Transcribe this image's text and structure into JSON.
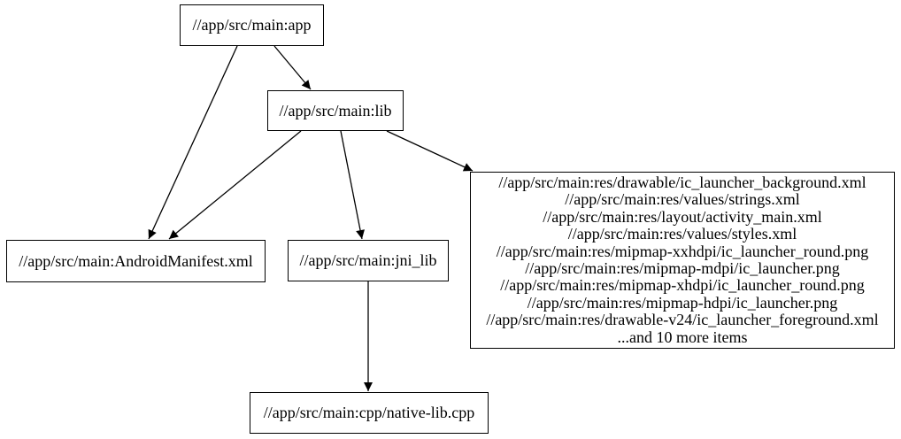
{
  "diagram": {
    "type": "dependency-graph",
    "colors": {
      "background": "#ffffff",
      "node_border": "#000000",
      "edge": "#000000",
      "text": "#000000"
    },
    "nodes": {
      "app": {
        "label": "//app/src/main:app"
      },
      "lib": {
        "label": "//app/src/main:lib"
      },
      "android_manifest": {
        "label": "//app/src/main:AndroidManifest.xml"
      },
      "jni_lib": {
        "label": "//app/src/main:jni_lib"
      },
      "resources": {
        "lines": [
          "//app/src/main:res/drawable/ic_launcher_background.xml",
          "//app/src/main:res/values/strings.xml",
          "//app/src/main:res/layout/activity_main.xml",
          "//app/src/main:res/values/styles.xml",
          "//app/src/main:res/mipmap-xxhdpi/ic_launcher_round.png",
          "//app/src/main:res/mipmap-mdpi/ic_launcher.png",
          "//app/src/main:res/mipmap-xhdpi/ic_launcher_round.png",
          "//app/src/main:res/mipmap-hdpi/ic_launcher.png",
          "//app/src/main:res/drawable-v24/ic_launcher_foreground.xml",
          "...and 10 more items"
        ]
      },
      "native_lib": {
        "label": "//app/src/main:cpp/native-lib.cpp"
      }
    },
    "edges": [
      {
        "from": "app",
        "to": "android_manifest"
      },
      {
        "from": "app",
        "to": "lib"
      },
      {
        "from": "lib",
        "to": "android_manifest"
      },
      {
        "from": "lib",
        "to": "jni_lib"
      },
      {
        "from": "lib",
        "to": "resources"
      },
      {
        "from": "jni_lib",
        "to": "native_lib"
      }
    ]
  }
}
